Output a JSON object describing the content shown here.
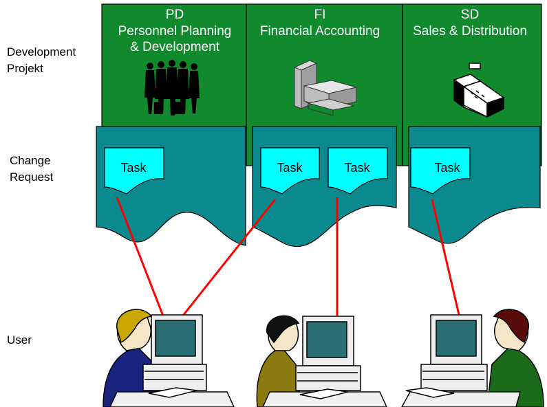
{
  "row_labels": {
    "development": [
      "Development",
      "Projekt"
    ],
    "change_request": [
      "Change",
      "Request"
    ],
    "user": "User"
  },
  "modules": [
    {
      "code": "PD",
      "name_lines": [
        "Personnel Planning",
        "& Development"
      ],
      "icon": "people-group-icon"
    },
    {
      "code": "FI",
      "name_lines": [
        "Financial Accounting"
      ],
      "icon": "books-icon"
    },
    {
      "code": "SD",
      "name_lines": [
        "Sales & Distribution"
      ],
      "icon": "cash-register-icon"
    }
  ],
  "tasks": [
    {
      "label": "Task",
      "module": "PD",
      "user": 1
    },
    {
      "label": "Task",
      "module": "FI",
      "user": 1
    },
    {
      "label": "Task",
      "module": "FI",
      "user": 2
    },
    {
      "label": "Task",
      "module": "SD",
      "user": 3
    }
  ],
  "users": [
    {
      "icon": "user-at-computer-icon",
      "shirt_color": "#1a237e",
      "hair_color": "#c9a600"
    },
    {
      "icon": "user-at-computer-icon",
      "shirt_color": "#8a7a10",
      "hair_color": "#111111"
    },
    {
      "icon": "user-at-computer-icon",
      "shirt_color": "#1b6b1b",
      "hair_color": "#5a0b0b"
    }
  ],
  "colors": {
    "project_green": "#118a2e",
    "request_teal": "#0a8a8e",
    "task_cyan": "#00ffff",
    "link_red": "#ff0000"
  }
}
